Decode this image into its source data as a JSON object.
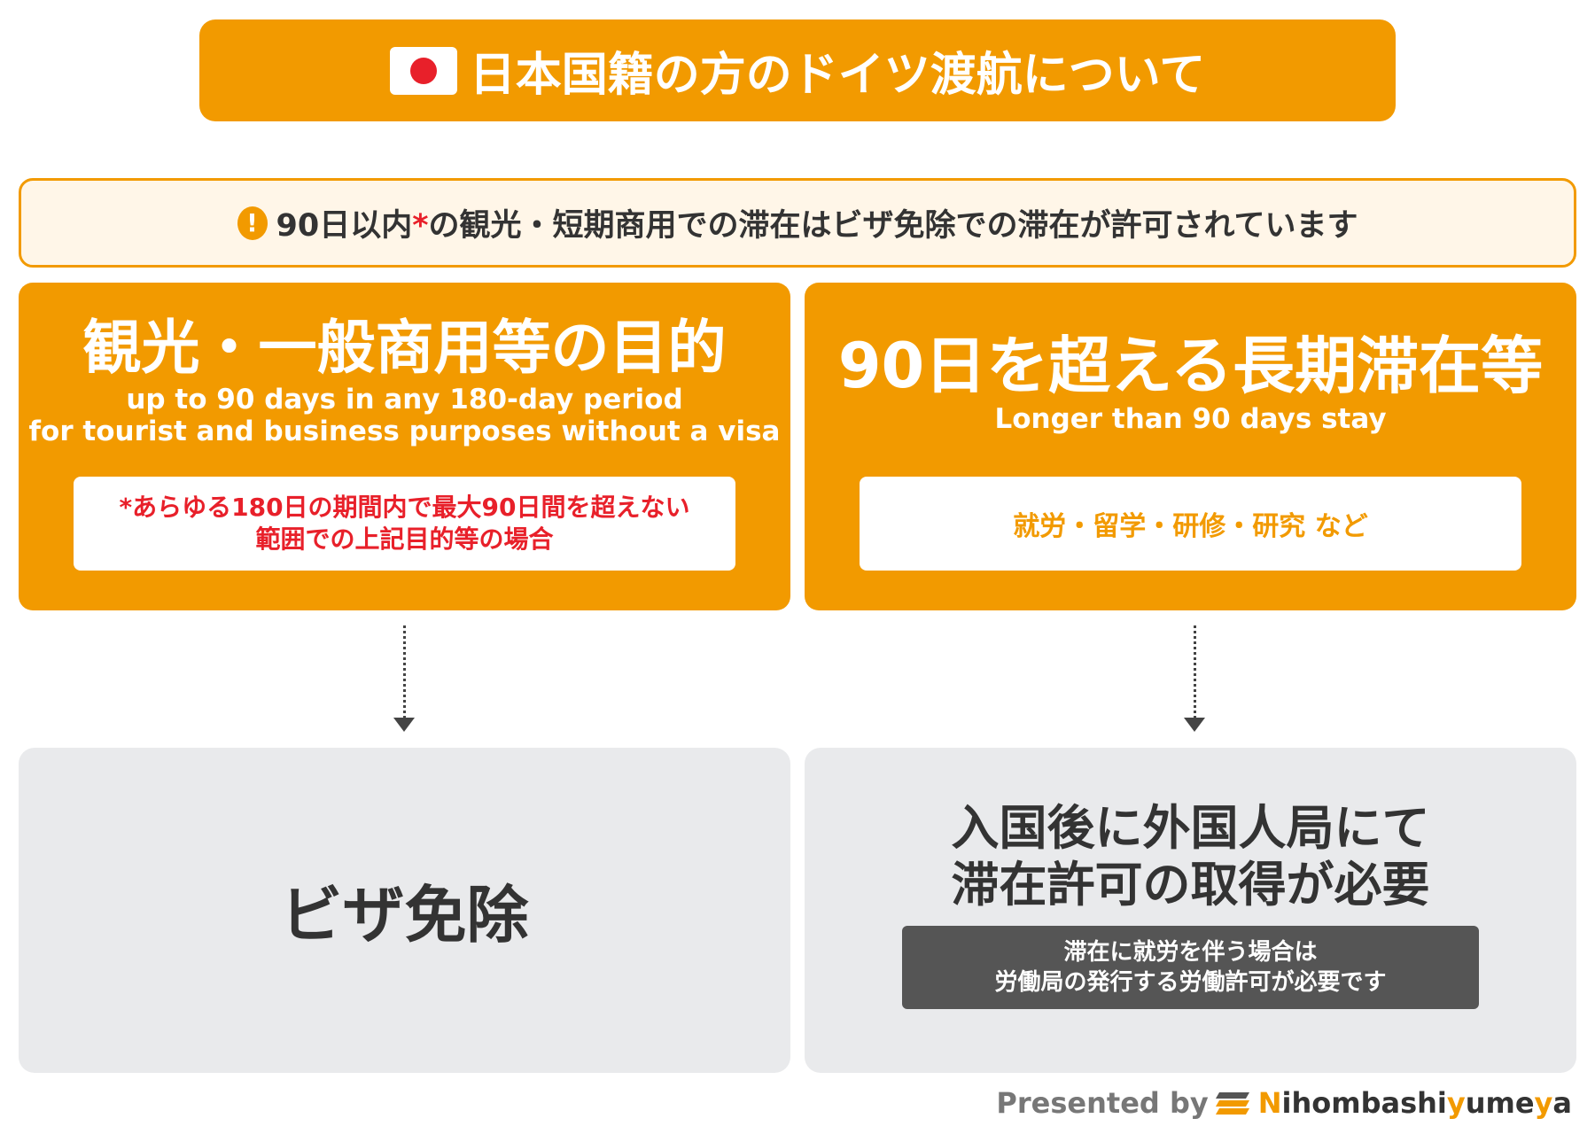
{
  "header": {
    "flag_icon": "japan-flag-icon",
    "title": "日本国籍の方のドイツ渡航について"
  },
  "notice": {
    "icon": "exclamation-icon",
    "text_a": "90日以内",
    "asterisk": "*",
    "text_b": "の観光・短期商用での滞在はビザ免除での滞在が許可されています"
  },
  "left_card": {
    "title": "観光・一般商用等の目的",
    "sub1": "up to 90 days in any 180-day period",
    "sub2": "for tourist and business purposes without a visa",
    "note1": "*あらゆる180日の期間内で最大90日間を超えない",
    "note2": "範囲での上記目的等の場合"
  },
  "right_card": {
    "title": "90日を超える長期滞在等",
    "sub": "Longer than 90 days stay",
    "note": "就労・留学・研修・研究 など"
  },
  "left_result": {
    "text": "ビザ免除"
  },
  "right_result": {
    "line1": "入国後に外国人局にて",
    "line2": "滞在許可の取得が必要",
    "work1": "滞在に就労を伴う場合は",
    "work2": "労働局の発行する労働許可が必要です"
  },
  "footer": {
    "presented": "Presented by",
    "brand_n": "N",
    "brand_a": "ihombashi",
    "brand_y1": "y",
    "brand_b": "ume",
    "brand_y2": "y",
    "brand_c": "a"
  },
  "colors": {
    "accent": "#F29A00",
    "red": "#E8202A",
    "gray": "#E9EAEC",
    "dark": "#555555"
  }
}
